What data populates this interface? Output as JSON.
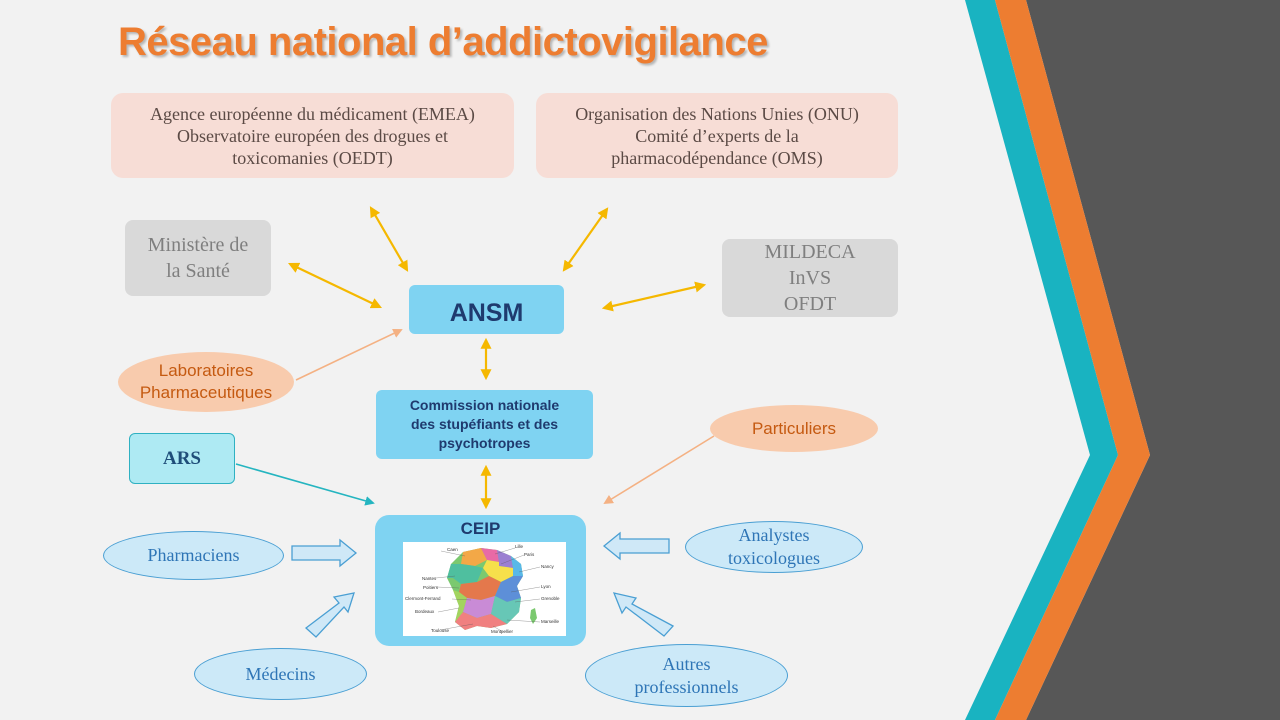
{
  "title": "Réseau national d’addictovigilance",
  "top_left_box": [
    "Agence européenne du médicament (EMEA)",
    "Observatoire européen des drogues et",
    "toxicomanies (OEDT)"
  ],
  "top_right_box": [
    "Organisation des Nations Unies (ONU)",
    "Comité d’experts de la",
    "pharmacodépendance (OMS)"
  ],
  "ministere_box": [
    "Ministère de",
    "la Santé"
  ],
  "mildeca_box": [
    "MILDECA",
    "InVS",
    "OFDT"
  ],
  "ansm": "ANSM",
  "commission": [
    "Commission nationale",
    "des stupéfiants et des",
    "psychotropes"
  ],
  "laboratoires": [
    "Laboratoires",
    "Pharmaceutiques"
  ],
  "particuliers": "Particuliers",
  "ars": "ARS",
  "ceip": "CEIP",
  "pharmaciens": "Pharmaciens",
  "analystes": [
    "Analystes",
    "toxicologues"
  ],
  "medecins": "Médecins",
  "autres": [
    "Autres",
    "professionnels"
  ],
  "map_labels": {
    "caen": "Caen",
    "lille": "Lille",
    "paris": "Paris",
    "nantes": "Nantes",
    "nancy": "Nancy",
    "poitiers": "Poitiers",
    "clermont": "Clermont-Ferrand",
    "lyon": "Lyon",
    "grenoble": "Grenoble",
    "bordeaux": "Bordeaux",
    "marseille": "Marseille",
    "toulouse": "Toulouse",
    "montpellier": "Montpellier"
  },
  "colors": {
    "title": "#ed7d31",
    "teal": "#19b3c1",
    "orange": "#ed7d31",
    "dark": "#575757",
    "arrow_yellow": "#f5b800",
    "arrow_orange": "#f4b183",
    "arrow_teal": "#25b5c0",
    "block_arrow": "#cfe8f7"
  }
}
